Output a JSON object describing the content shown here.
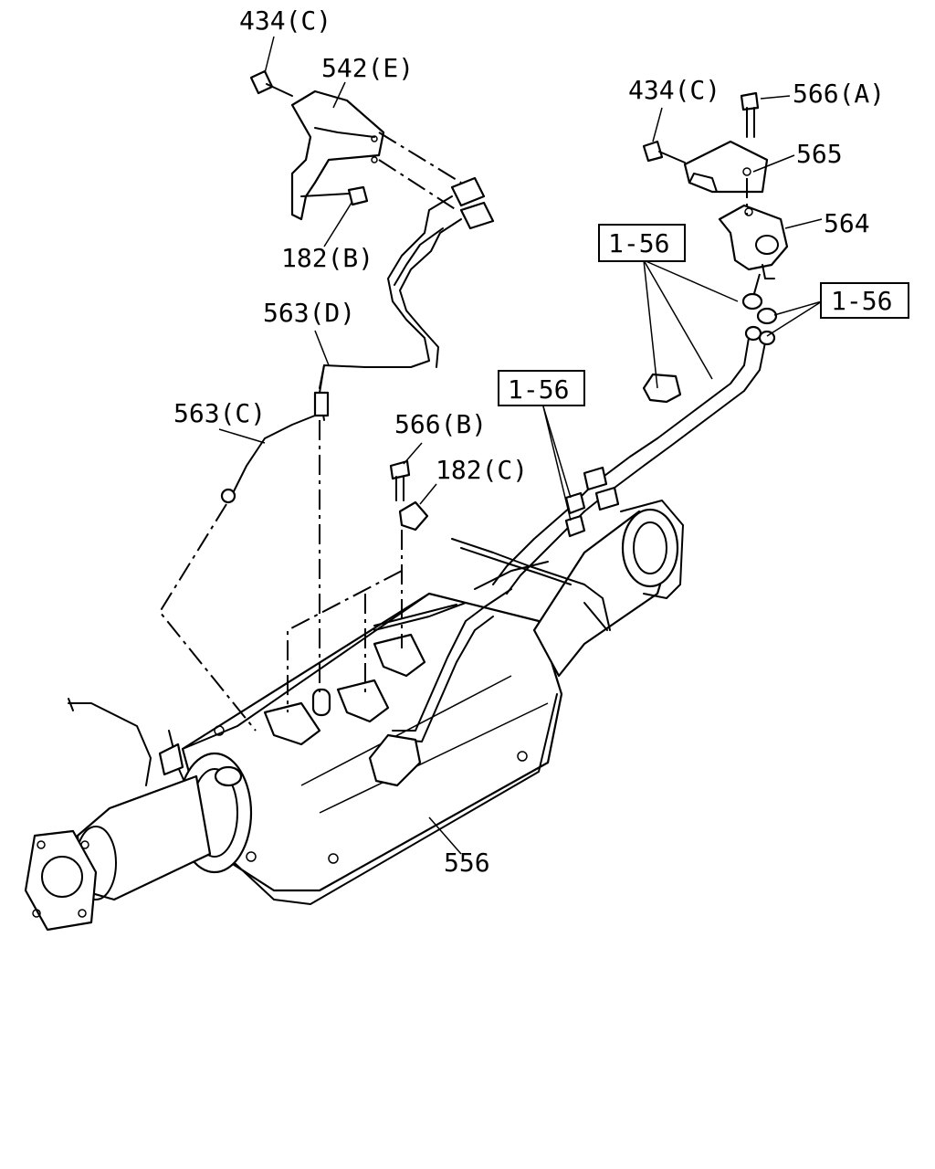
{
  "labels": {
    "bolt_434c_left": "434(C)",
    "bracket_542e": "542(E)",
    "nut_182b": "182(B)",
    "harness_563d": "563(D)",
    "sensor_563c": "563(C)",
    "bolt_566b": "566(B)",
    "clip_182c": "182(C)",
    "bolt_434c_right": "434(C)",
    "bolt_566a": "566(A)",
    "bracket_565": "565",
    "sensor_564": "564",
    "ref_1_56_top": "1-56",
    "ref_1_56_right": "1-56",
    "ref_1_56_mid": "1-56",
    "dpd_556": "556"
  }
}
